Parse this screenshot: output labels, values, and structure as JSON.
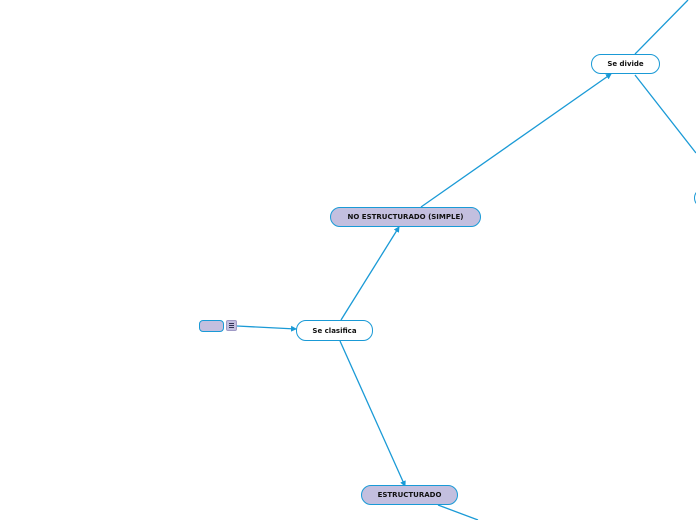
{
  "diagram": {
    "accent_color": "#1a9ad6",
    "topic_fill": "#c3bfdf",
    "nodes": {
      "root": {
        "label": ""
      },
      "se_clasifica": {
        "label": "Se clasifica"
      },
      "no_estructurado": {
        "label": "NO ESTRUCTURADO (SIMPLE)"
      },
      "estructurado": {
        "label": "ESTRUCTURADO"
      },
      "se_divide": {
        "label": "Se divide"
      }
    },
    "icons": {
      "note": "note-lines-icon"
    }
  }
}
